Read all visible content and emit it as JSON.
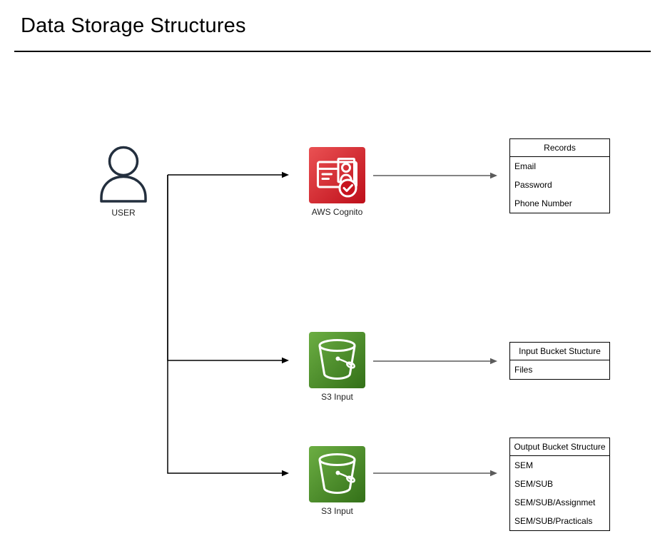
{
  "page": {
    "title": "Data Storage Structures"
  },
  "nodes": {
    "user": {
      "label": "USER",
      "icon": "person-icon"
    },
    "cognito": {
      "label": "AWS Cognito",
      "icon": "id-card-verified-icon"
    },
    "s3_mid": {
      "label": "S3 Input",
      "icon": "bucket-icon"
    },
    "s3_bottom": {
      "label": "S3 Input",
      "icon": "bucket-icon"
    }
  },
  "tables": {
    "records": {
      "title": "Records",
      "rows": [
        "Email",
        "Password",
        "Phone Number"
      ]
    },
    "input_bucket": {
      "title": "Input Bucket Stucture",
      "rows": [
        "Files"
      ]
    },
    "output_bucket": {
      "title": "Output Bucket Structure",
      "rows": [
        "SEM",
        "SEM/SUB",
        "SEM/SUB/Assignmet",
        "SEM/SUB/Practicals"
      ]
    }
  },
  "colors": {
    "cognito_gradient_start": "#EA5153",
    "cognito_gradient_end": "#BE0F1A",
    "cognito_badge_fill": "#C7131E",
    "s3_gradient_start": "#6CAE43",
    "s3_gradient_end": "#337018",
    "user_outline": "#232F3E",
    "connector_primary": "#000000",
    "connector_secondary": "#5B5B5B"
  }
}
